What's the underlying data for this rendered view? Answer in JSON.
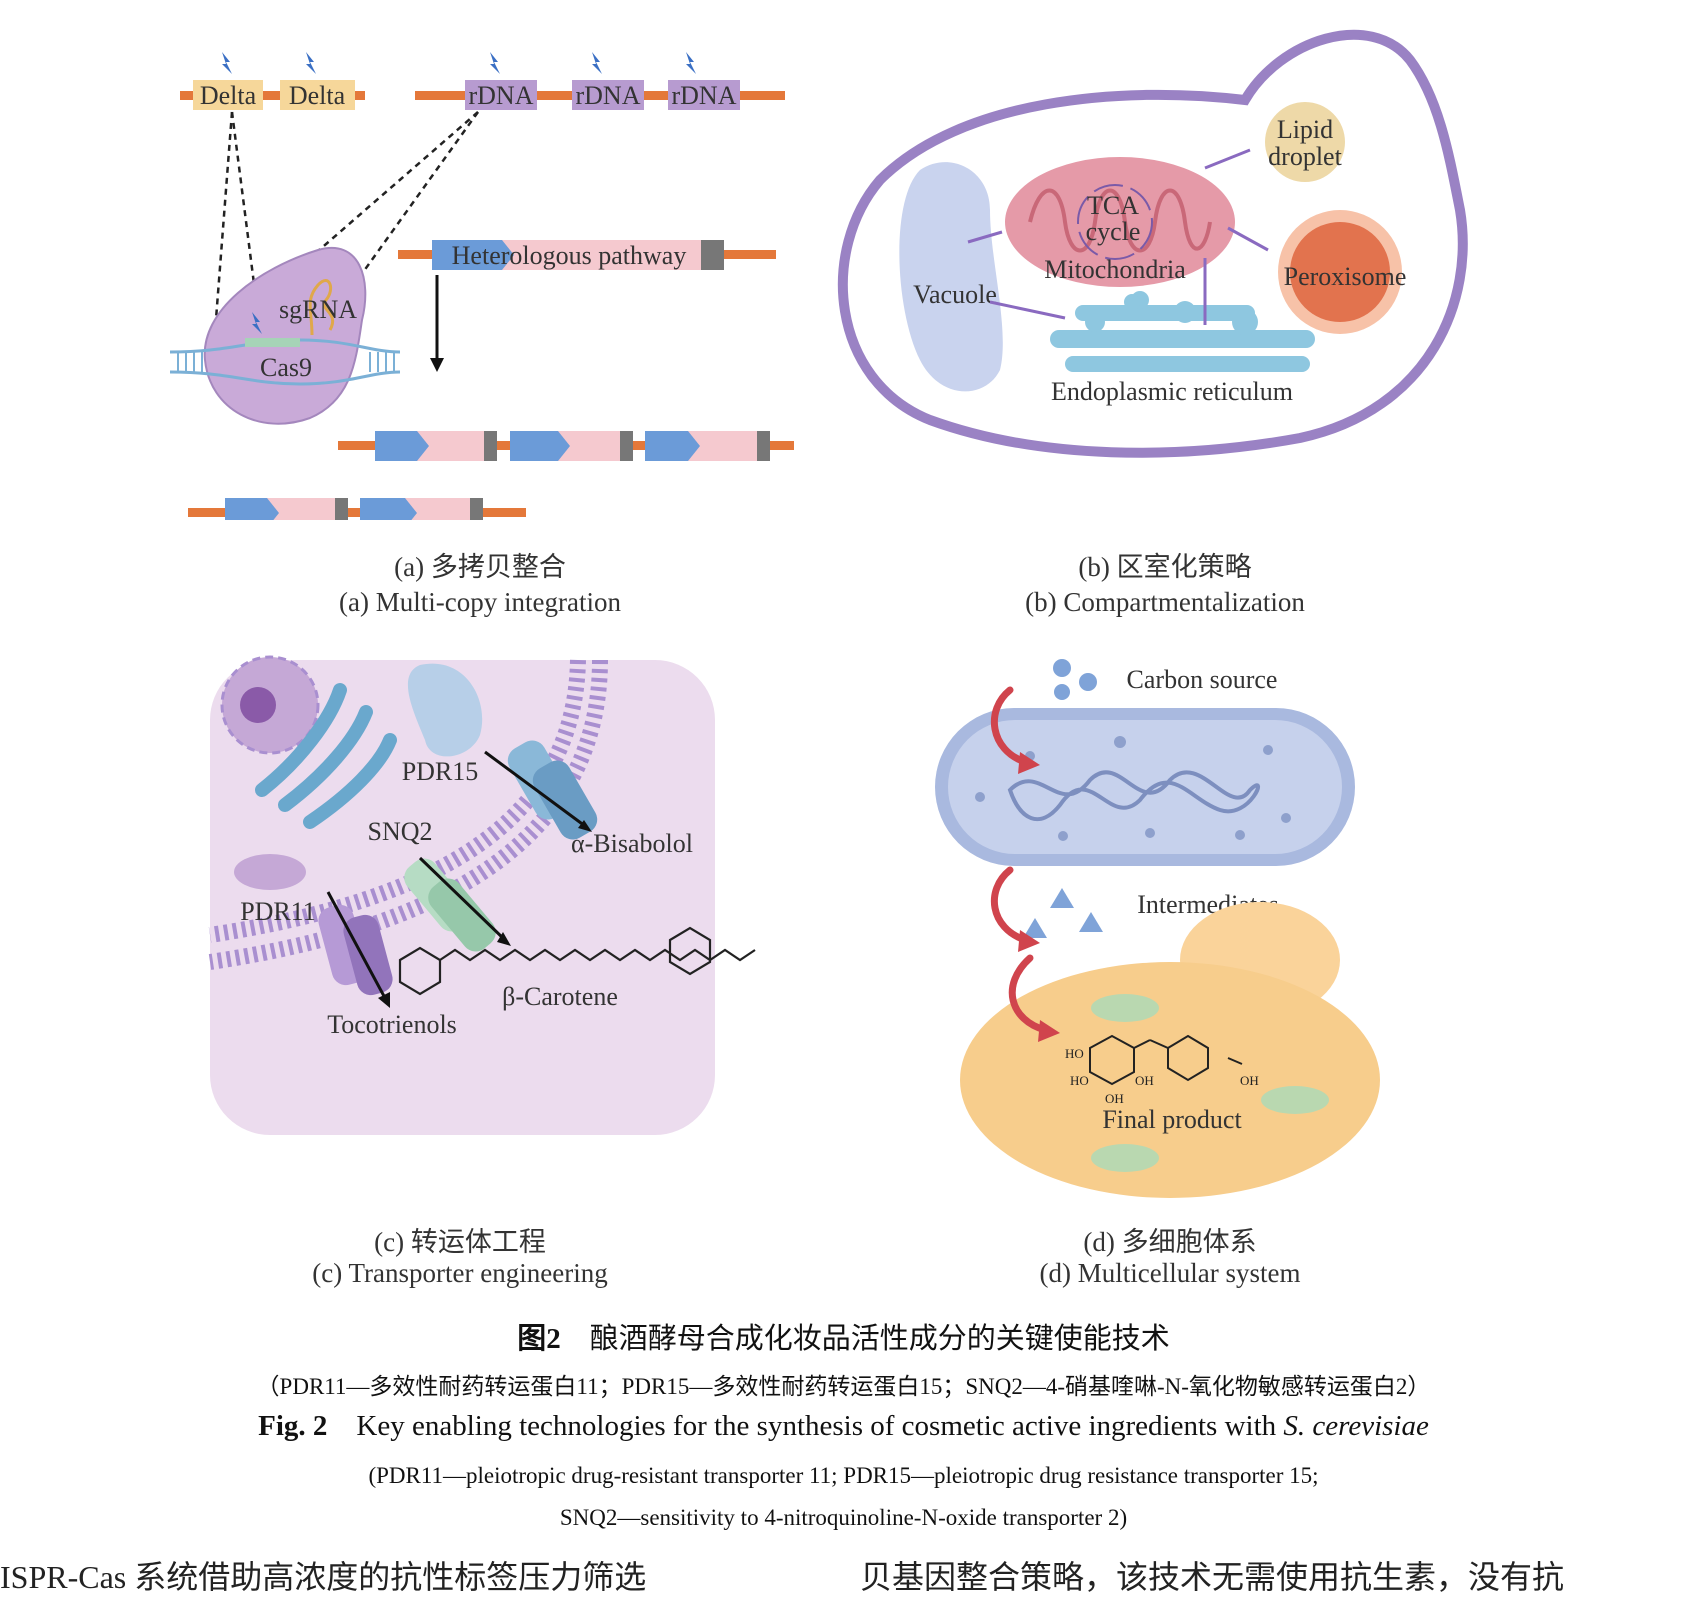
{
  "panels": {
    "a": {
      "labels": {
        "delta1": "Delta",
        "delta2": "Delta",
        "rdna1": "rDNA",
        "rdna2": "rDNA",
        "rdna3": "rDNA",
        "pathway": "Heterologous pathway",
        "sgrna": "sgRNA",
        "cas9": "Cas9"
      },
      "caption_cn": "(a) 多拷贝整合",
      "caption_en": "(a) Multi-copy integration"
    },
    "b": {
      "labels": {
        "lipid1": "Lipid",
        "lipid2": "droplet",
        "tca1": "TCA",
        "tca2": "cycle",
        "mito": "Mitochondria",
        "vacuole": "Vacuole",
        "peroxisome": "Peroxisome",
        "er": "Endoplasmic reticulum"
      },
      "caption_cn": "(b) 区室化策略",
      "caption_en": "(b) Compartmentalization"
    },
    "c": {
      "labels": {
        "pdr15": "PDR15",
        "snq2": "SNQ2",
        "pdr11": "PDR11",
        "bisabolol": "α-Bisabolol",
        "carotene": "β-Carotene",
        "tocotrienols": "Tocotrienols"
      },
      "caption_cn": "(c) 转运体工程",
      "caption_en": "(c) Transporter engineering"
    },
    "d": {
      "labels": {
        "carbon": "Carbon source",
        "intermediates": "Intermediates",
        "final": "Final product",
        "ho1": "HO",
        "ho2": "HO",
        "oh1": "OH",
        "oh2": "OH",
        "oh3": "OH"
      },
      "caption_cn": "(d) 多细胞体系",
      "caption_en": "(d) Multicellular system"
    }
  },
  "figure_caption": {
    "cn_num": "图2",
    "cn_title": "酿酒酵母合成化妆品活性成分的关键使能技术",
    "cn_note": "（PDR11—多效性耐药转运蛋白11；PDR15—多效性耐药转运蛋白15；SNQ2—4-硝基喹啉-N-氧化物敏感转运蛋白2）",
    "en_num": "Fig. 2",
    "en_title": "Key enabling technologies for the synthesis of cosmetic active ingredients with ",
    "en_species": "S. cerevisiae",
    "en_note1": "(PDR11—pleiotropic drug-resistant transporter 11; PDR15—pleiotropic drug resistance transporter 15;",
    "en_note2": "SNQ2—sensitivity to 4-nitroquinoline-N-oxide transporter 2)"
  },
  "body_text": {
    "left": "ISPR-Cas 系统借助高浓度的抗性标签压力筛选",
    "right": "贝基因整合策略，该技术无需使用抗生素，没有抗"
  },
  "colors": {
    "orange": "#e4783a",
    "blue_arrow": "#6b9bd8",
    "pink": "#f5c9cf",
    "gray_block": "#777777",
    "purple_membrane": "#9a82c4",
    "er_blue": "#8ec7e0",
    "cell_yellow": "#f7cd8c"
  }
}
